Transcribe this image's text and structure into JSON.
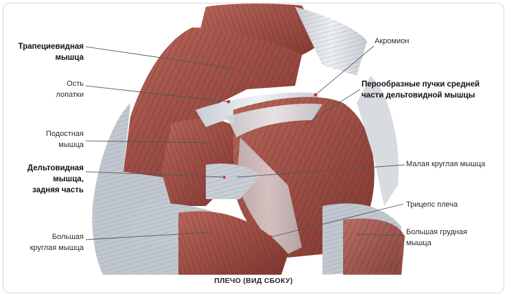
{
  "diagram": {
    "caption": "ПЛЕЧО (ВИД СБОКУ)",
    "labels": {
      "trapezius": [
        "Трапециевидная",
        "мышца"
      ],
      "spine_scapula": [
        "Ость",
        "лопатки"
      ],
      "infraspinatus": [
        "Подостная",
        "мышца"
      ],
      "deltoid_posterior": [
        "Дельтовидная",
        "мышца,",
        "задняя часть"
      ],
      "teres_major": [
        "Большая",
        "круглая мышца"
      ],
      "acromion": [
        "Акромион"
      ],
      "deltoid_middle": [
        "Перообразные пучки средней",
        "части дельтовидной мышцы"
      ],
      "teres_minor": [
        "Малая круглая мышца"
      ],
      "triceps": [
        "Трицепс плеча"
      ],
      "pectoralis_major": [
        "Большая грудная",
        "мышца"
      ]
    },
    "colors": {
      "muscle": "#a9554a",
      "muscle_dark": "#6e2e28",
      "tendon": "#dde1e6",
      "line": "#555555"
    }
  }
}
